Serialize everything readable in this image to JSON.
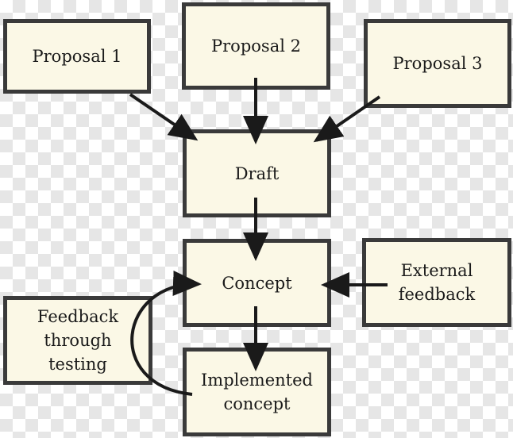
{
  "diagram": {
    "nodes": {
      "proposal1": "Proposal 1",
      "proposal2": "Proposal 2",
      "proposal3": "Proposal 3",
      "draft": "Draft",
      "concept": "Concept",
      "external_feedback": "External\nfeedback",
      "feedback_testing": "Feedback\nthrough\ntesting",
      "implemented_concept": "Implemented\nconcept"
    },
    "edges": [
      {
        "from": "Proposal 1",
        "to": "Draft"
      },
      {
        "from": "Proposal 2",
        "to": "Draft"
      },
      {
        "from": "Proposal 3",
        "to": "Draft"
      },
      {
        "from": "Draft",
        "to": "Concept"
      },
      {
        "from": "External feedback",
        "to": "Concept"
      },
      {
        "from": "Concept",
        "to": "Implemented concept"
      },
      {
        "from": "Implemented concept",
        "to": "Concept",
        "via": "Feedback through testing"
      }
    ],
    "colors": {
      "box_fill": "#fbf8e6",
      "box_border": "#3a3a3a",
      "arrow": "#1a1a1a"
    }
  }
}
